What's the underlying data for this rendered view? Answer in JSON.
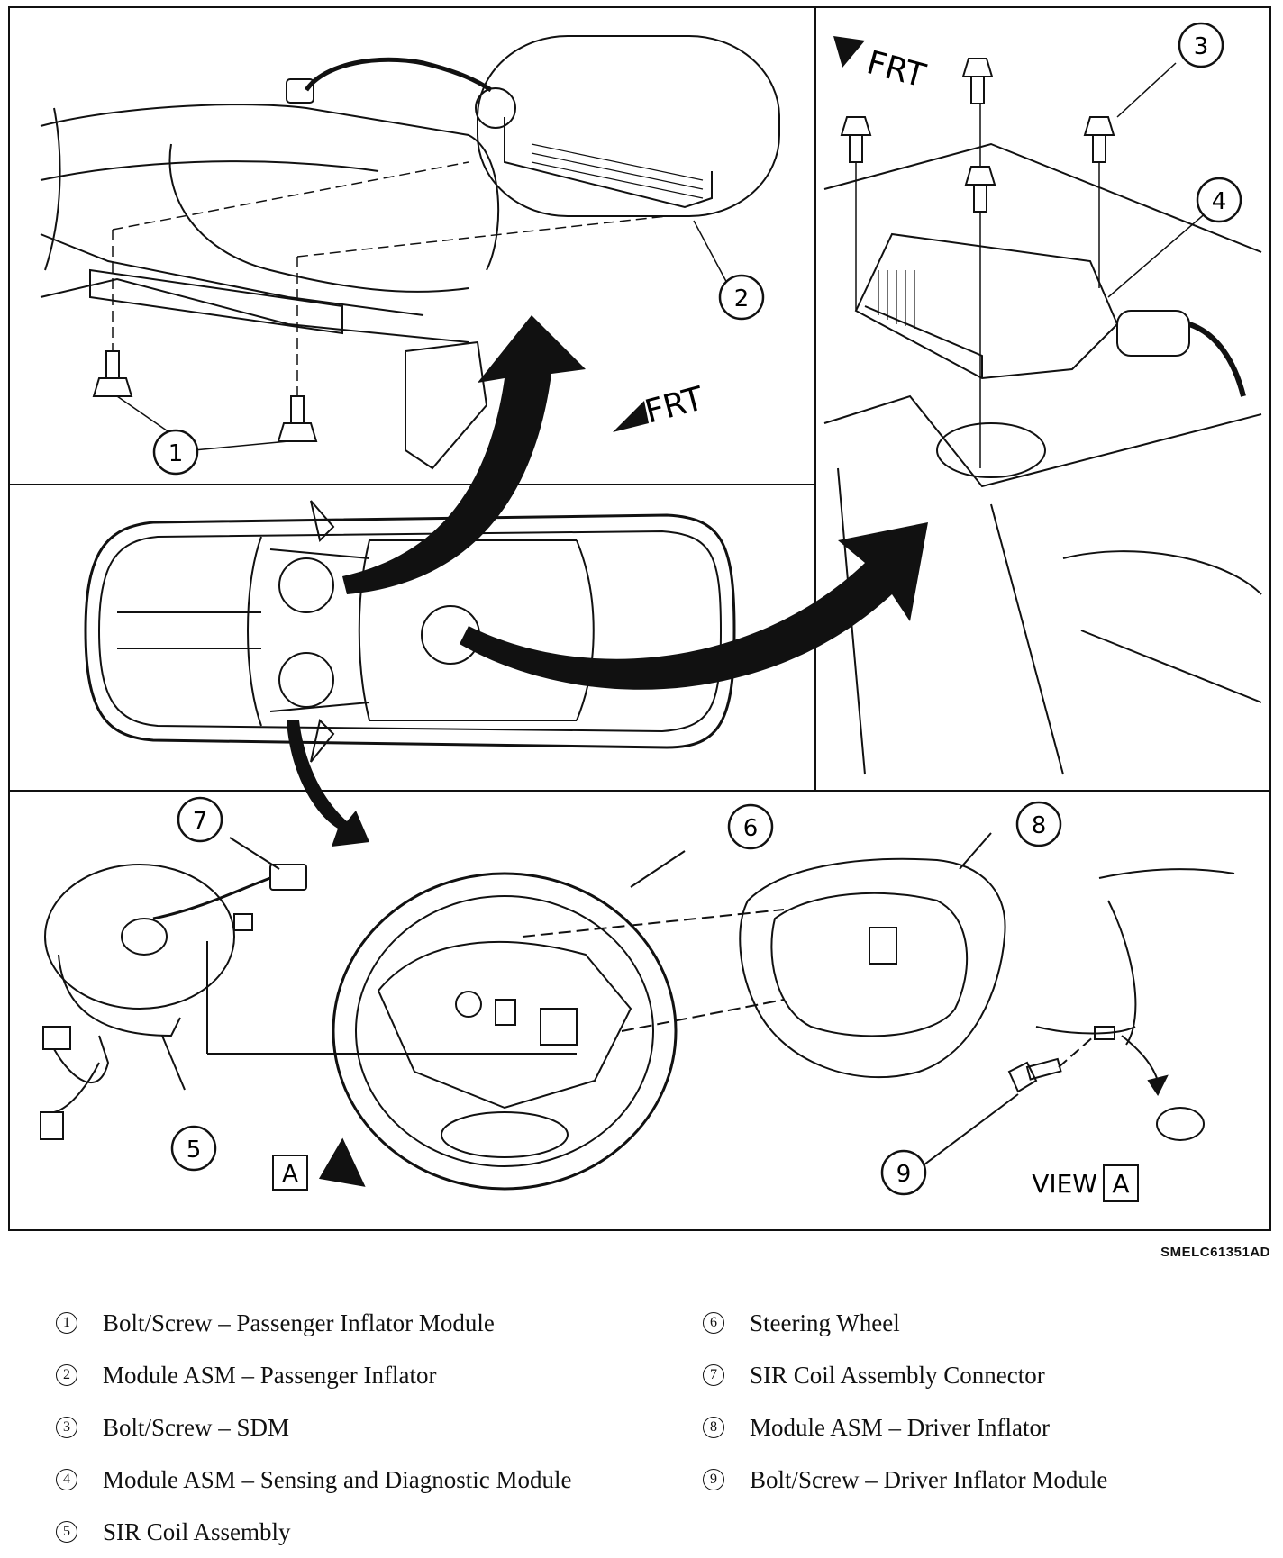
{
  "callouts": [
    "1",
    "2",
    "3",
    "4",
    "5",
    "6",
    "7",
    "8",
    "9"
  ],
  "labels": {
    "frt_top_left": "FRT",
    "frt_top_right": "FRT",
    "view_marker": "A",
    "view_text": "VIEW",
    "view_letter": "A"
  },
  "ref_code": "SMELC61351AD",
  "legend": {
    "left": [
      {
        "num": "1",
        "text": "Bolt/Screw – Passenger Inflator Module"
      },
      {
        "num": "2",
        "text": "Module ASM – Passenger Inflator"
      },
      {
        "num": "3",
        "text": "Bolt/Screw – SDM"
      },
      {
        "num": "4",
        "text": "Module ASM – Sensing and Diagnostic Module"
      },
      {
        "num": "5",
        "text": "SIR Coil Assembly"
      }
    ],
    "right": [
      {
        "num": "6",
        "text": "Steering Wheel"
      },
      {
        "num": "7",
        "text": "SIR Coil Assembly Connector"
      },
      {
        "num": "8",
        "text": "Module ASM – Driver Inflator"
      },
      {
        "num": "9",
        "text": "Bolt/Screw – Driver Inflator Module"
      }
    ]
  }
}
